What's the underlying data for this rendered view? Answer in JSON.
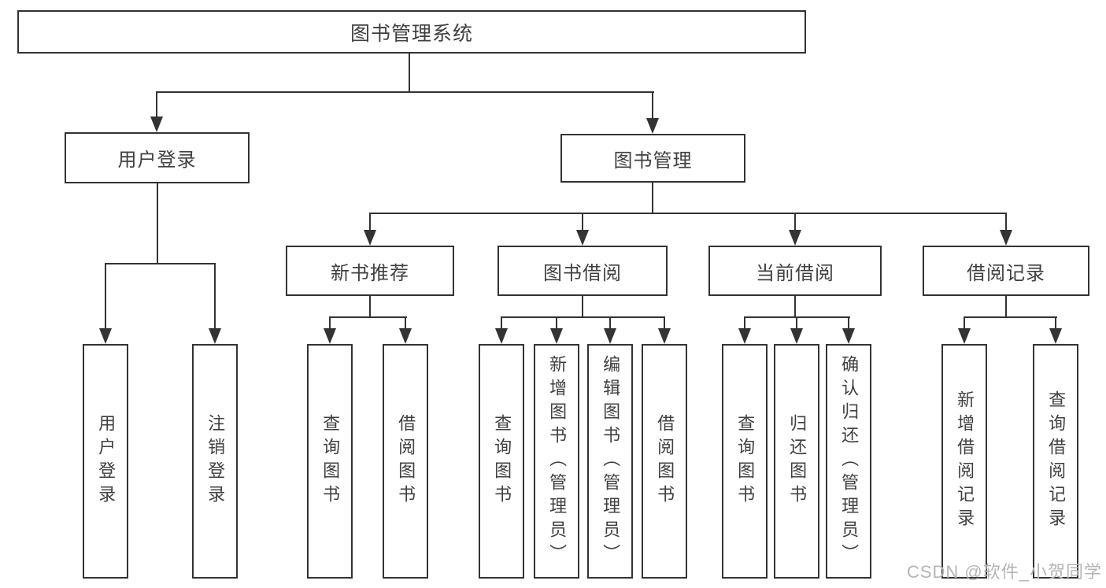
{
  "diagram": {
    "title": "图书管理系统",
    "type": "hierarchy-tree",
    "colors": {
      "line": "#333333",
      "text": "#404040",
      "background": "#ffffff",
      "watermark_text": "#b5b5b5"
    },
    "hierarchy": {
      "label": "图书管理系统",
      "children": [
        {
          "label": "用户登录",
          "children": [
            {
              "label": "用户登录"
            },
            {
              "label": "注销登录"
            }
          ]
        },
        {
          "label": "图书管理",
          "children": [
            {
              "label": "新书推荐",
              "children": [
                {
                  "label": "查询图书"
                },
                {
                  "label": "借阅图书"
                }
              ]
            },
            {
              "label": "图书借阅",
              "children": [
                {
                  "label": "查询图书"
                },
                {
                  "label": "新增图书（管理员）"
                },
                {
                  "label": "编辑图书（管理员）"
                },
                {
                  "label": "借阅图书"
                }
              ]
            },
            {
              "label": "当前借阅",
              "children": [
                {
                  "label": "查询图书"
                },
                {
                  "label": "归还图书"
                },
                {
                  "label": "确认归还（管理员）"
                }
              ]
            },
            {
              "label": "借阅记录",
              "children": [
                {
                  "label": "新增借阅记录"
                },
                {
                  "label": "查询借阅记录"
                }
              ]
            }
          ]
        }
      ]
    },
    "watermark": "CSDN @软件_小贺同学"
  }
}
